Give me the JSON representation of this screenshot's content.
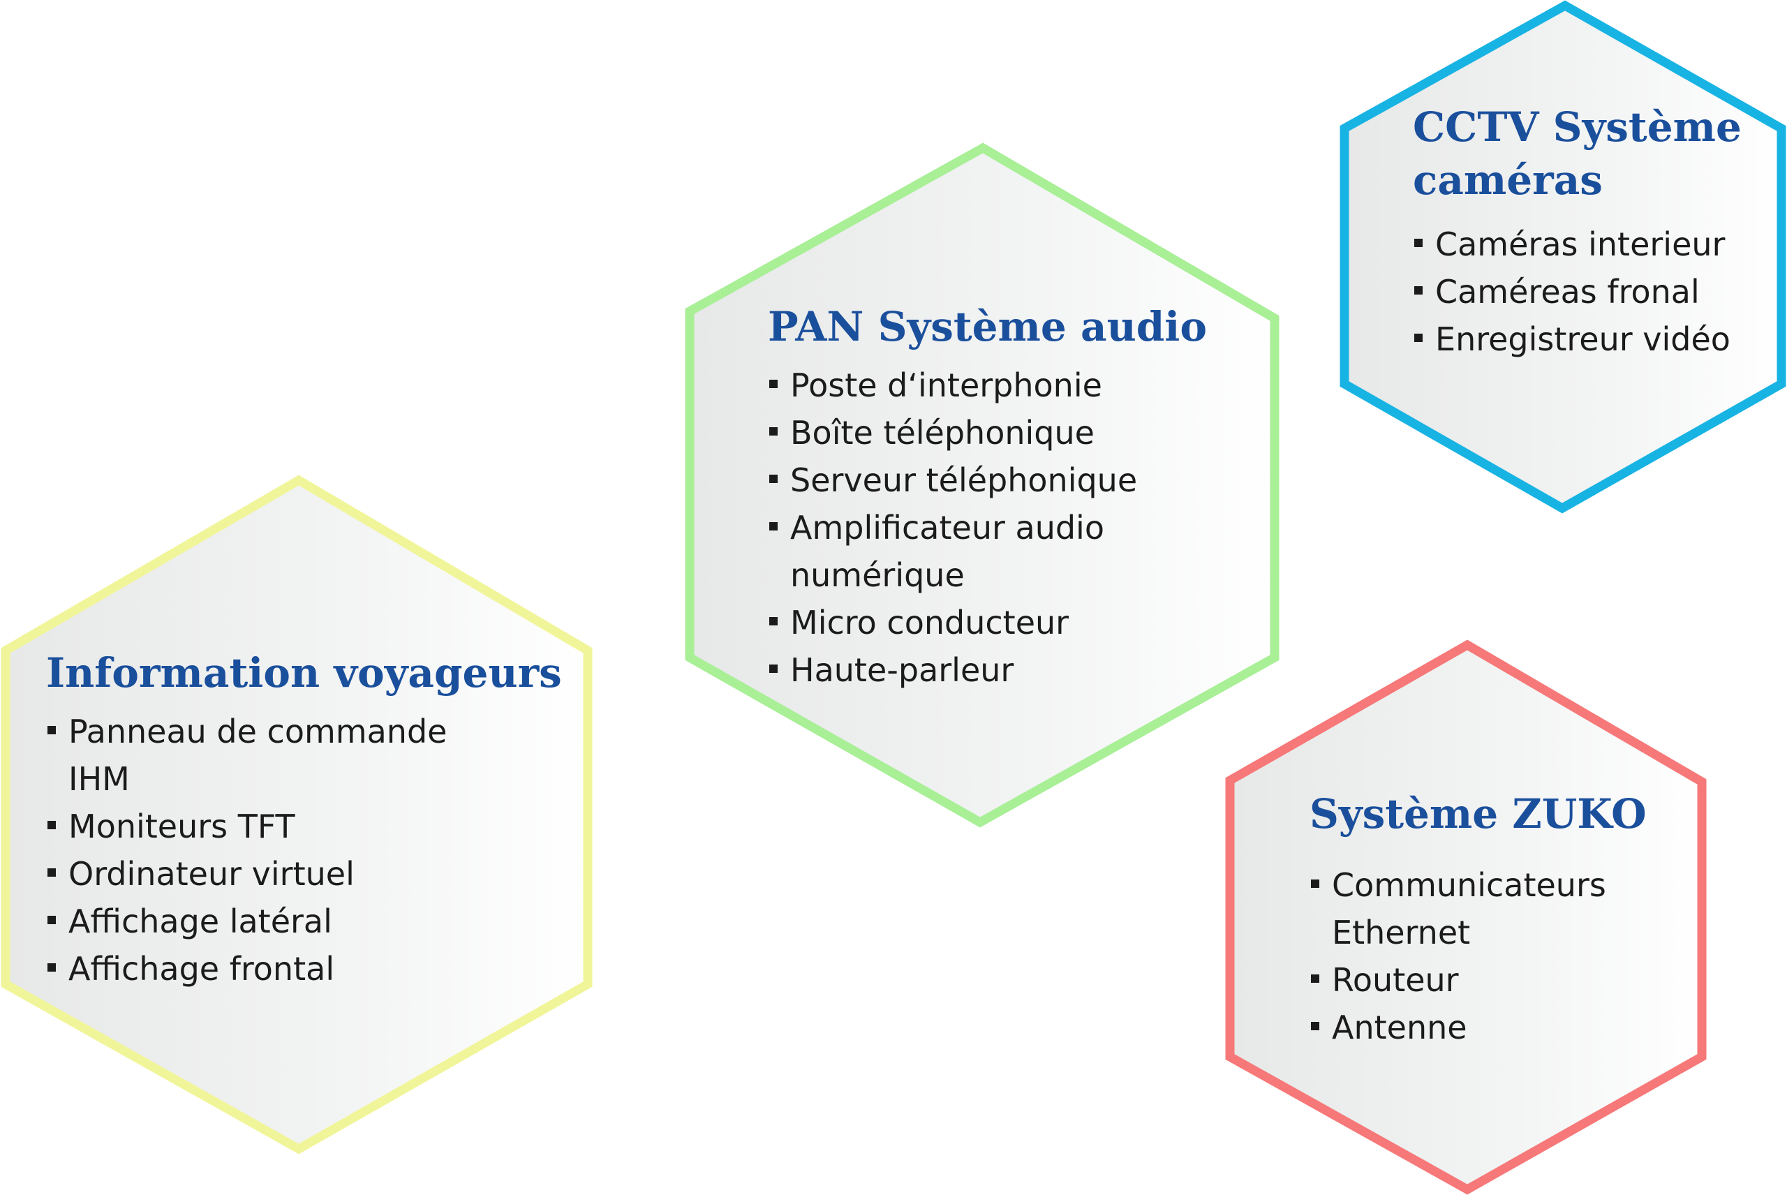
{
  "hexagons": [
    {
      "id": "information-voyageurs",
      "title": "Information voyageurs",
      "color": "#f1f59a",
      "items": [
        "Panneau de commande\nIHM",
        "Moniteurs TFT",
        "Ordinateur virtuel",
        "Affichage latéral",
        "Affichage frontal"
      ]
    },
    {
      "id": "pan",
      "title": "PAN Système audio",
      "color": "#a8ef96",
      "items": [
        "Poste d‘interphonie",
        "Boîte téléphonique",
        "Serveur téléphonique",
        "Amplificateur audio\nnumérique",
        "Micro conducteur",
        "Haute-parleur"
      ]
    },
    {
      "id": "cctv",
      "title": "CCTV Système\ncaméras",
      "color": "#17b3e3",
      "items": [
        "Caméras interieur",
        "Caméreas fronal",
        "Enregistreur vidéo"
      ]
    },
    {
      "id": "zuko",
      "title": "Système ZUKO",
      "color": "#f67878",
      "items": [
        "Communicateurs\nEthernet",
        "Routeur",
        "Antenne"
      ]
    }
  ]
}
